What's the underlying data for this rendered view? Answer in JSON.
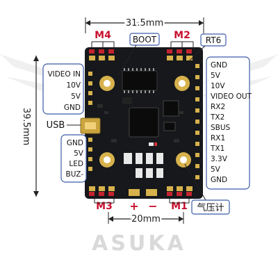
{
  "dimensions": {
    "top_width": "31.5mm",
    "left_height": "39.5mm",
    "bottom_width": "20mm"
  },
  "pads": {
    "m4": "M4",
    "m2": "M2",
    "m3": "M3",
    "m1": "M1",
    "boot": "BOOT",
    "rt6": "RT6",
    "plus": "+",
    "minus": "−",
    "usb": "USB",
    "barometer": "气压计"
  },
  "left_top_group": [
    "VIDEO IN",
    "10V",
    "5V",
    "GND"
  ],
  "left_bottom_group": [
    "GND",
    "5V",
    "LED",
    "BUZ-"
  ],
  "right_group": [
    "GND",
    "5V",
    "10V",
    "VIDEO OUT",
    "RX2",
    "TX2",
    "SBUS",
    "RX1",
    "TX1",
    "3.3V",
    "5V",
    "GND"
  ],
  "watermark": "ASUKA",
  "colors": {
    "pcb": "#16181b",
    "pad": "#d7b24c",
    "label_red": "#c8102e",
    "box_border": "#3b5aa8"
  }
}
